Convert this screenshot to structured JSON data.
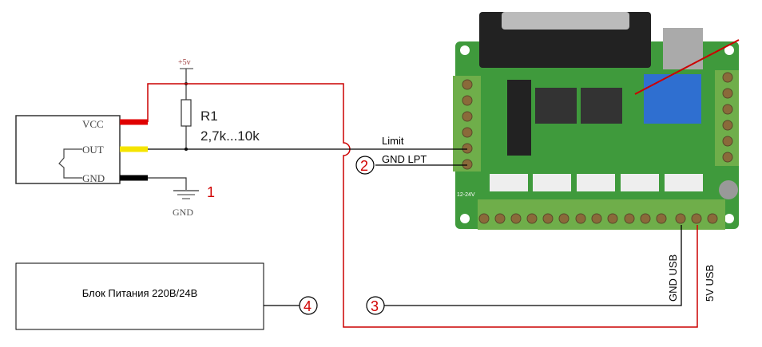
{
  "sensor": {
    "pins": [
      "VCC",
      "OUT",
      "GND"
    ]
  },
  "supply_label": "+5v",
  "ground_label": "GND",
  "resistor": {
    "name": "R1",
    "value": "2,7k...10k"
  },
  "wires": {
    "limit": "Limit",
    "gnd_lpt": "GND LPT",
    "gnd_usb": "GND USB",
    "v5_usb": "5V USB"
  },
  "markers": [
    "1",
    "2",
    "3",
    "4"
  ],
  "power_supply": {
    "label": "Блок Питания 220В/24В"
  },
  "board": {
    "label": "12-24V"
  },
  "colors": {
    "vcc_wire": "#cc0000",
    "out_wire": "#f5e400",
    "gnd_wire": "#000000",
    "board": "#3f9a3c",
    "terminal": "#6fae4a",
    "relay": "#2f6fd0"
  }
}
